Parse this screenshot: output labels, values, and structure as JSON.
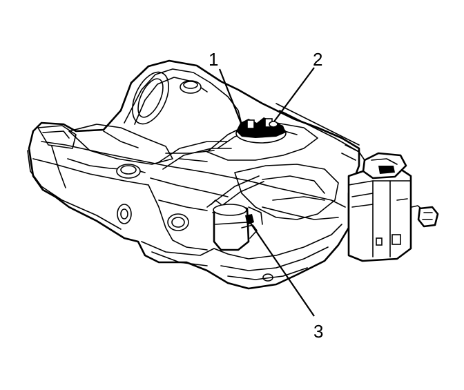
{
  "callouts": [
    {
      "id": "1",
      "label": "1"
    },
    {
      "id": "2",
      "label": "2"
    },
    {
      "id": "3",
      "label": "3"
    }
  ],
  "components": {
    "fuel_tank": "fuel-tank",
    "canister": "evap-canister",
    "connector": "electrical-connector"
  }
}
